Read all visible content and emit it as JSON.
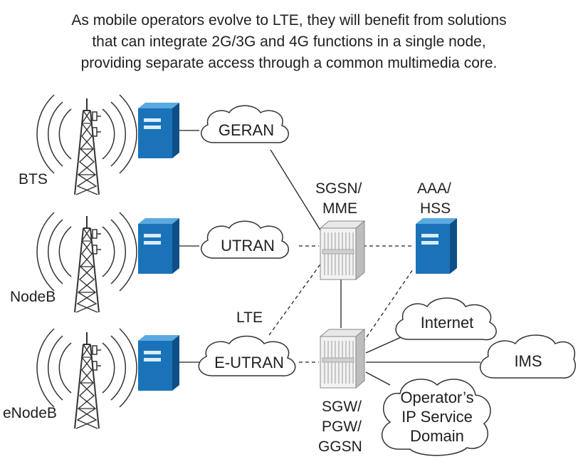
{
  "header": {
    "line1": "As mobile operators evolve to LTE, they will benefit from solutions",
    "line2": "that can integrate 2G/3G and 4G functions in a single node,",
    "line3": "providing separate access through a common multimedia core."
  },
  "sites": [
    {
      "label": "BTS",
      "cloud": "GERAN"
    },
    {
      "label": "NodeB",
      "cloud": "UTRAN"
    },
    {
      "label": "eNodeB",
      "cloud": "E-UTRAN"
    }
  ],
  "nodes": {
    "sgsn_line1": "SGSN/",
    "sgsn_line2": "MME",
    "aaa_line1": "AAA/",
    "aaa_line2": "HSS",
    "sgw_line1": "SGW/",
    "sgw_line2": "PGW/",
    "sgw_line3": "GGSN",
    "lte_label": "LTE"
  },
  "clouds": {
    "internet": "Internet",
    "ims": "IMS",
    "operator_line1": "Operator’s",
    "operator_line2": "IP Service",
    "operator_line3": "Domain"
  },
  "colors": {
    "server_blue": "#1a73b8",
    "server_dark": "#0d4f86",
    "line": "#222222",
    "cloud_stroke": "#333333"
  }
}
